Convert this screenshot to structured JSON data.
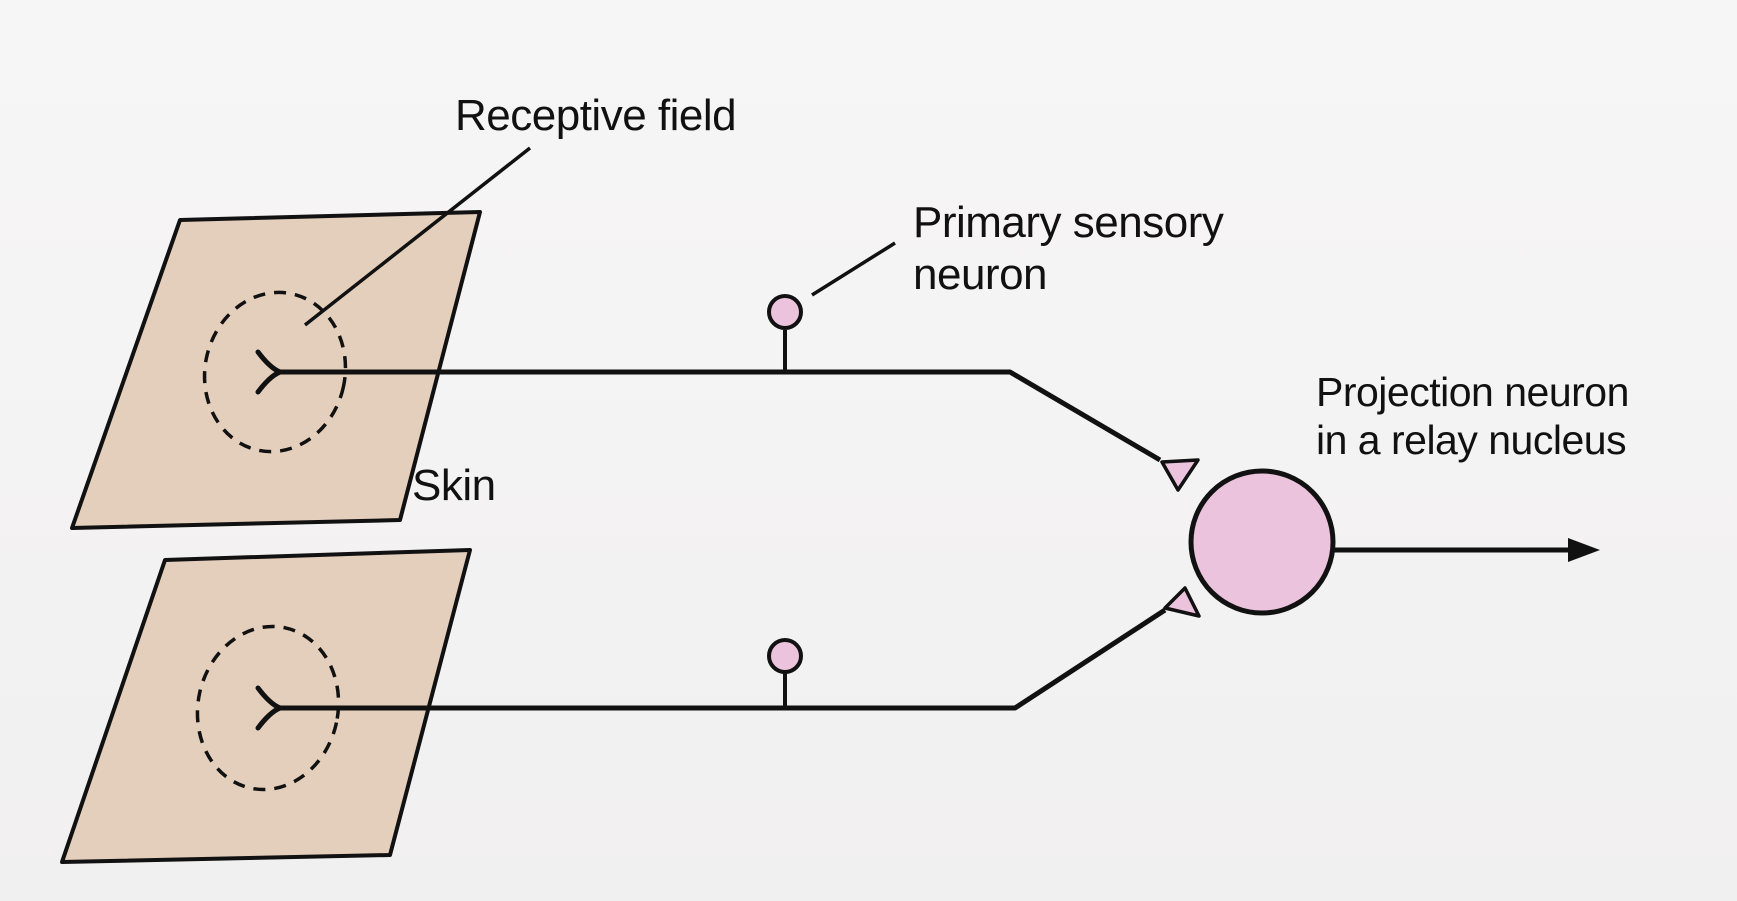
{
  "labels": {
    "receptive_field": "Receptive field",
    "primary_sensory_line1": "Primary sensory",
    "primary_sensory_line2": "neuron",
    "skin": "Skin",
    "projection_line1": "Projection neuron",
    "projection_line2": "in a relay nucleus"
  },
  "colors": {
    "skin_fill": "#e4cfbc",
    "neuron_fill": "#ecc3dc",
    "terminal_fill": "#ecc3dc",
    "line": "#111111"
  }
}
